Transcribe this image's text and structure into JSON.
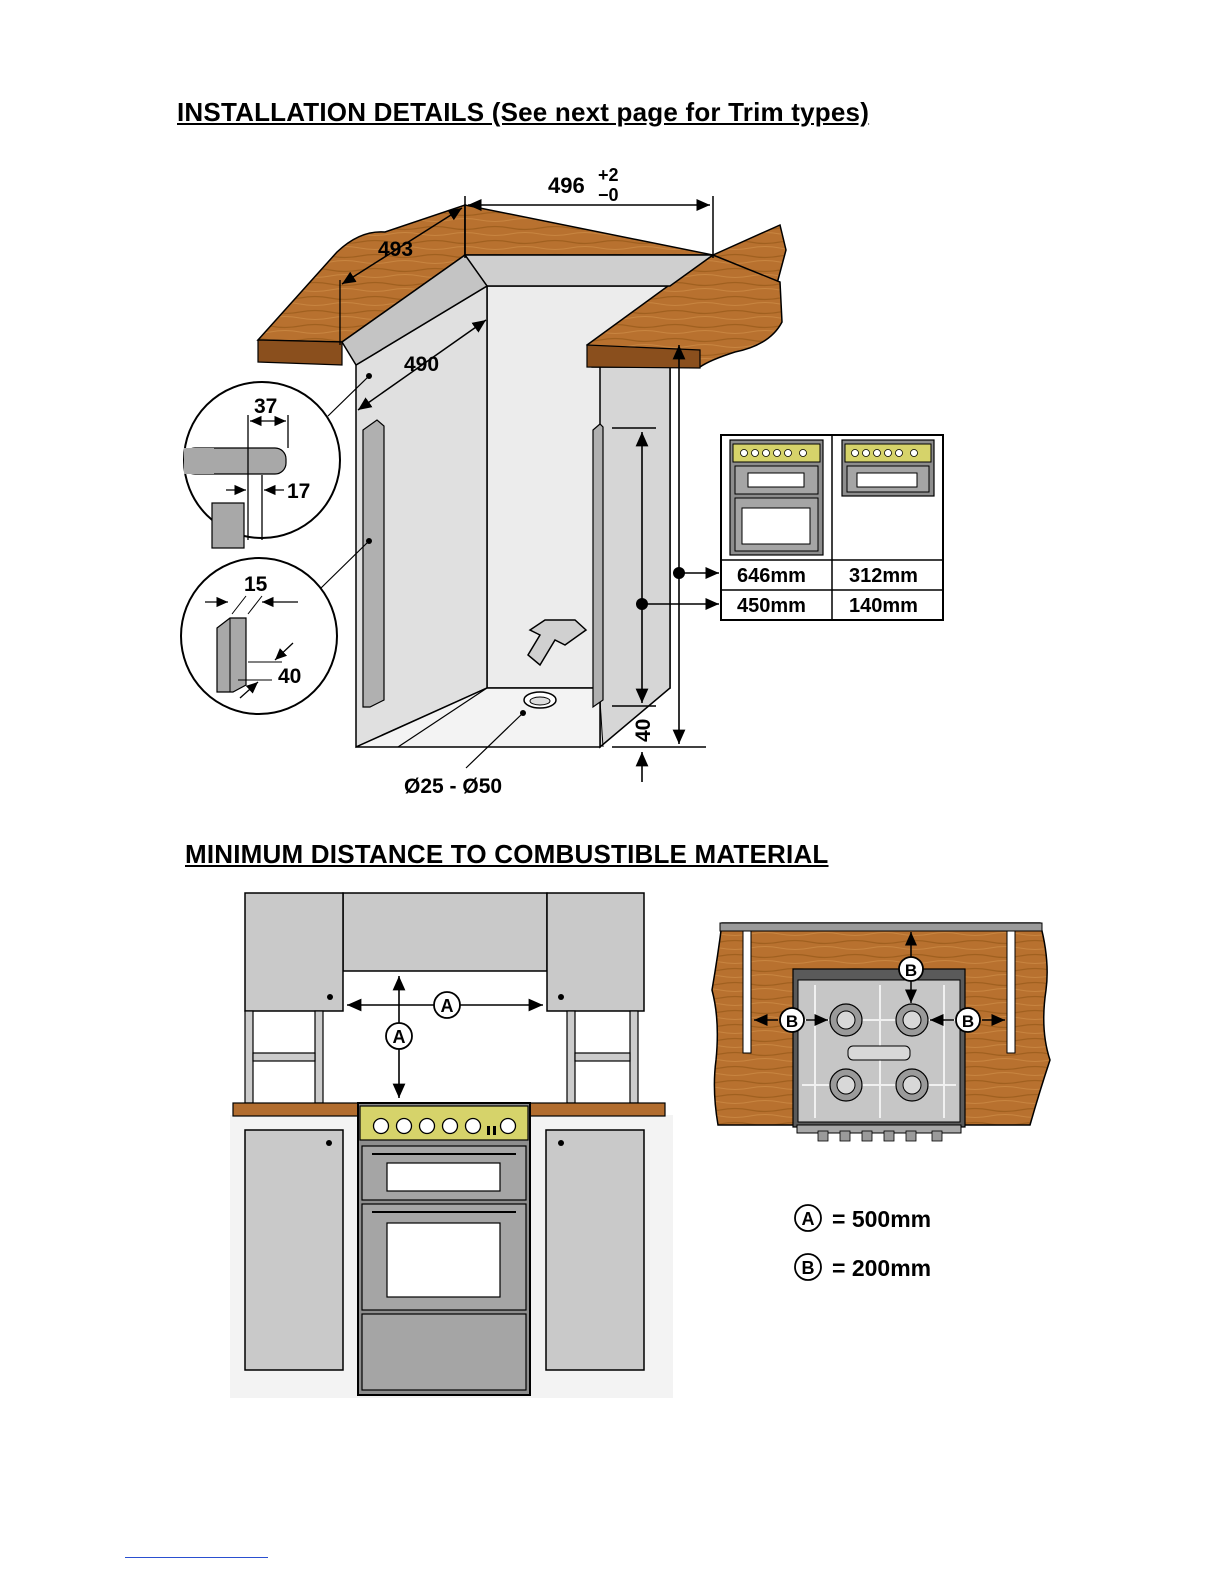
{
  "headings": {
    "installation": "INSTALLATION DETAILS (See next page for Trim types)",
    "minimum_distance": "MINIMUM DISTANCE TO COMBUSTIBLE MATERIAL"
  },
  "dimensions": {
    "cutout_width": "496",
    "cutout_width_tolerance_plus": "+2",
    "cutout_width_tolerance_minus": "−0",
    "worktop_depth": "493",
    "cavity_depth": "490",
    "detail_37": "37",
    "detail_17": "17",
    "detail_15": "15",
    "detail_40": "40",
    "plinth_40": "40",
    "hole_diameter": "Ø25 - Ø50"
  },
  "oven_table": {
    "rows": [
      [
        "646mm",
        "312mm"
      ],
      [
        "450mm",
        "140mm"
      ]
    ]
  },
  "clearance_legend": {
    "a_symbol": "A",
    "a_value": "= 500mm",
    "b_symbol": "B",
    "b_value": "= 200mm"
  },
  "colors": {
    "wood": "#b26d2f",
    "wood_dark": "#8a4f1d",
    "cabinet_grey": "#c9c9c9",
    "wall_grey": "#e2e2e2",
    "control_panel": "#d6d36a",
    "footer_link": "#2a4fd0"
  }
}
